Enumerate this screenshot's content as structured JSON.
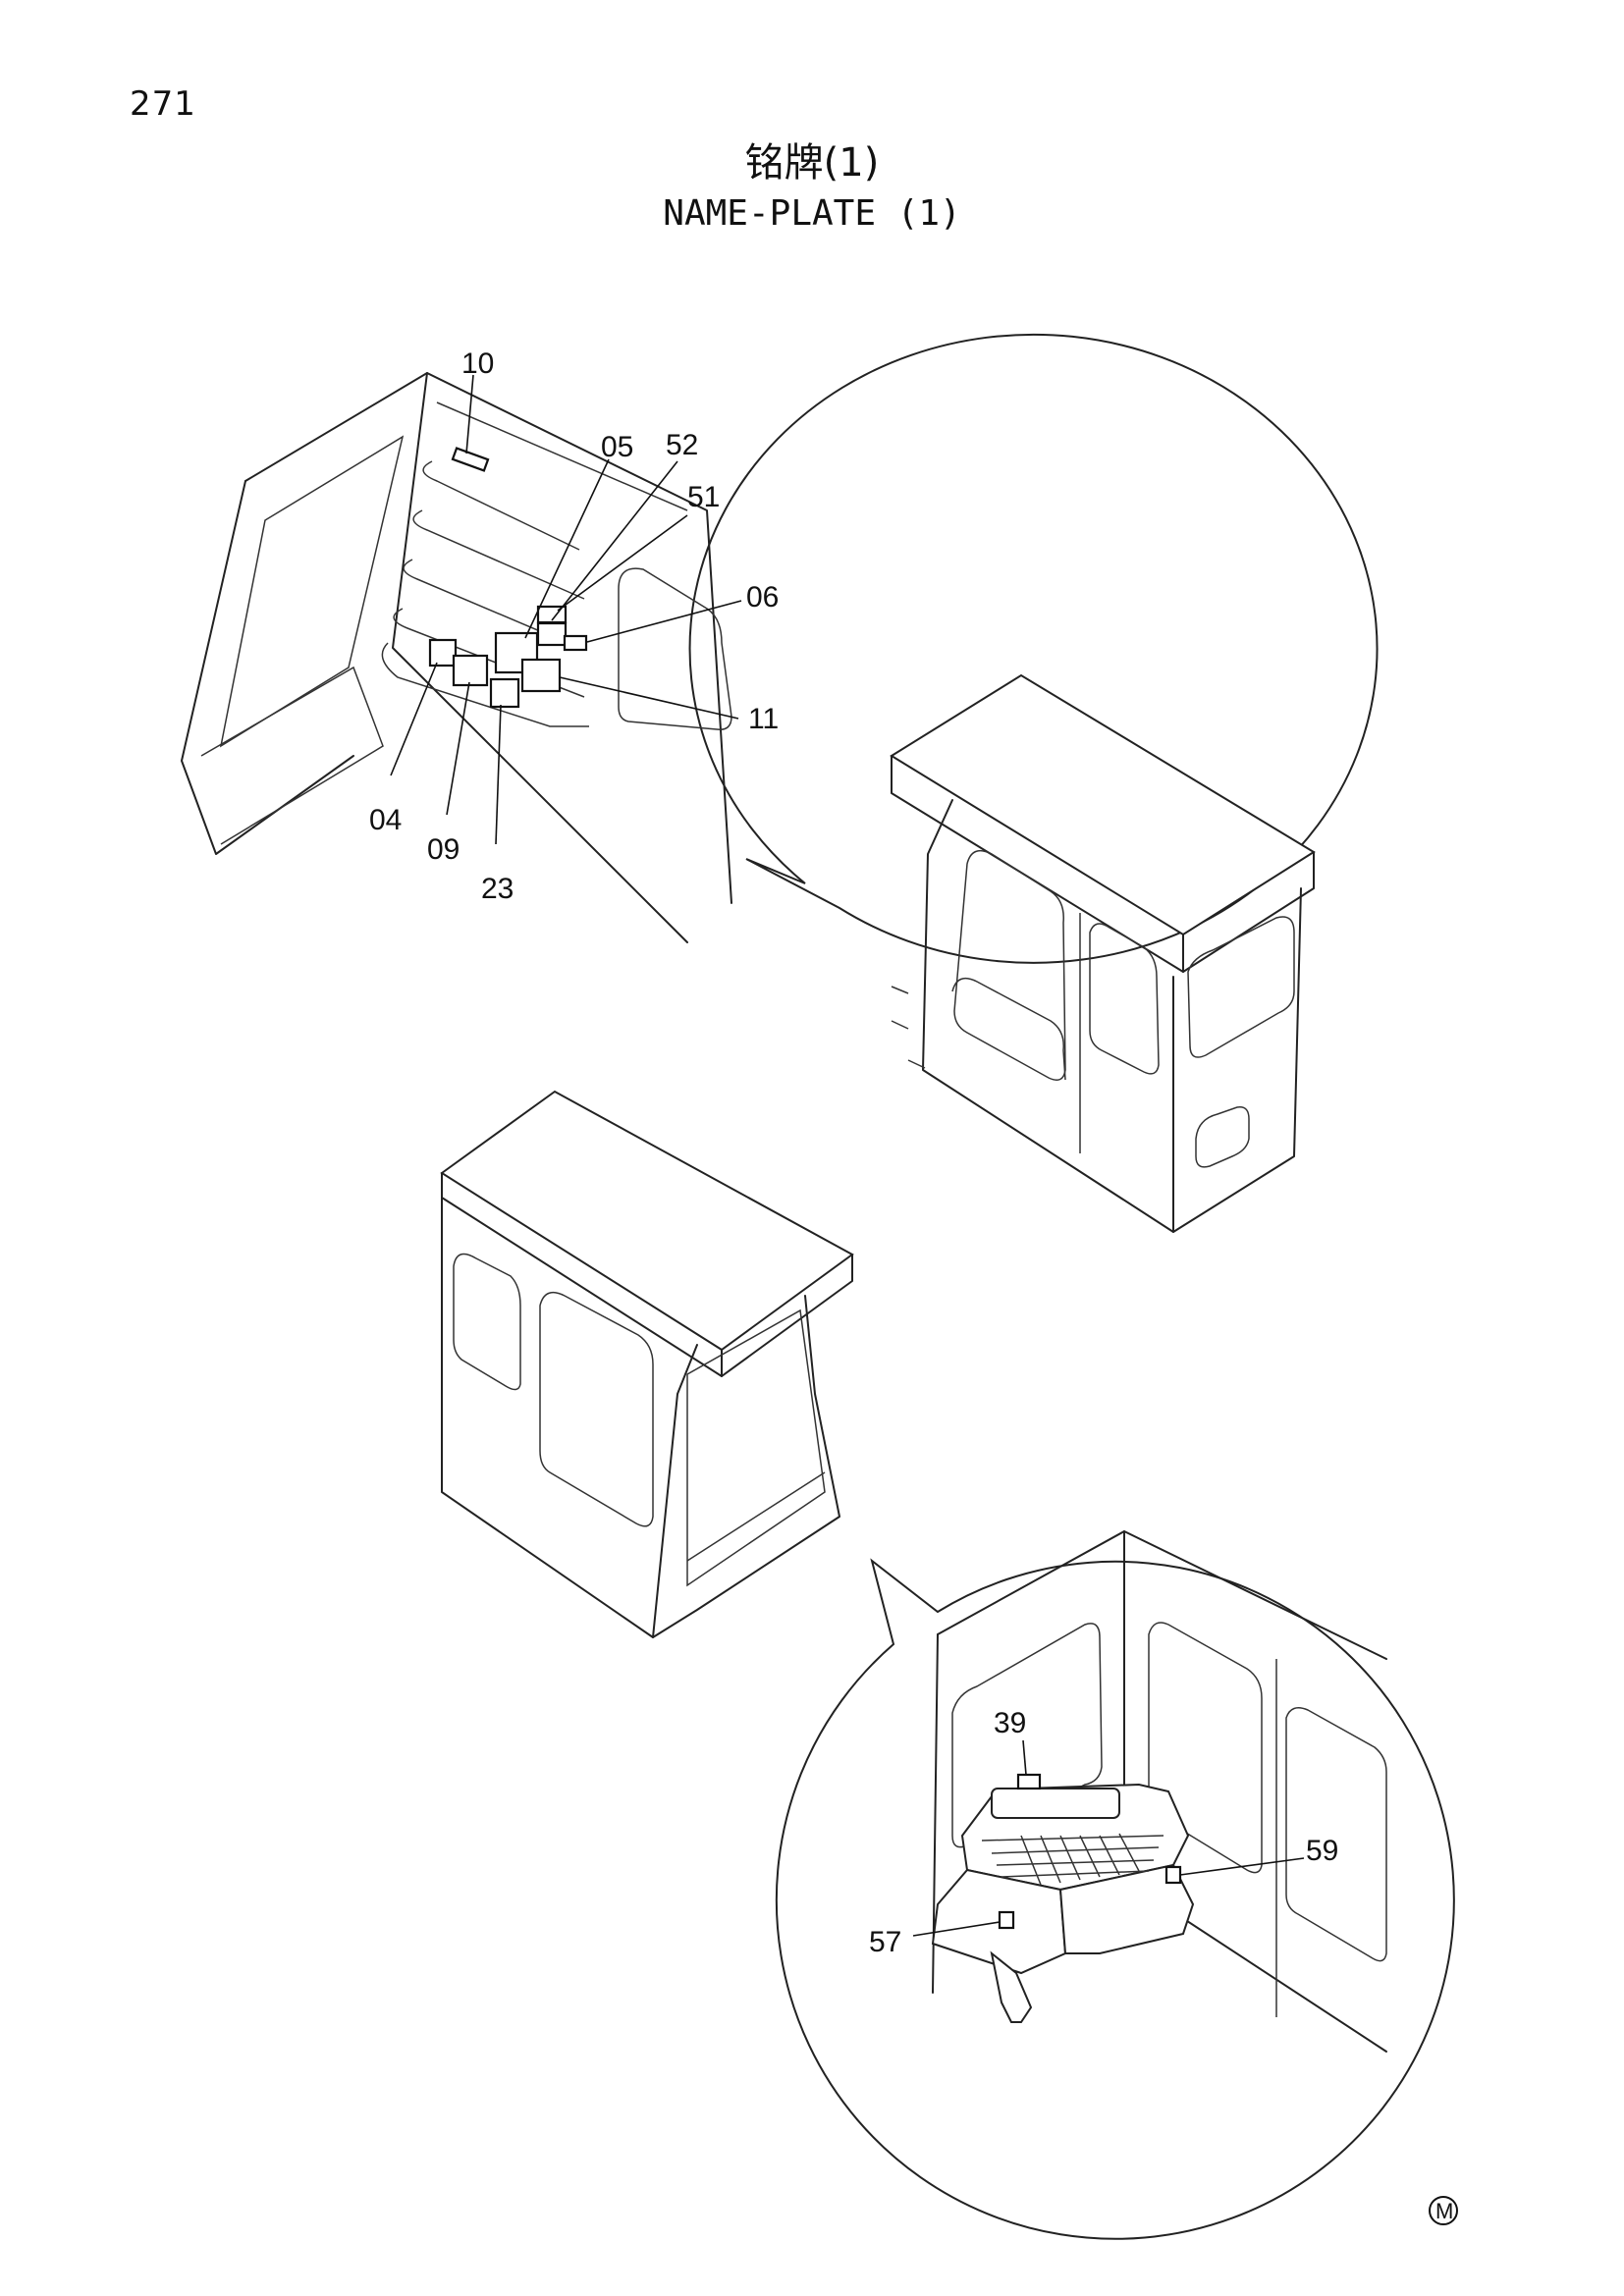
{
  "page_number": "271",
  "title_cn": "铭牌(1)",
  "title_en": "NAME-PLATE (1)",
  "callouts_upper": [
    "10",
    "05",
    "52",
    "51",
    "06",
    "11",
    "04",
    "09",
    "23"
  ],
  "callouts_lower": [
    "39",
    "59",
    "57"
  ],
  "corner_mark": "M"
}
